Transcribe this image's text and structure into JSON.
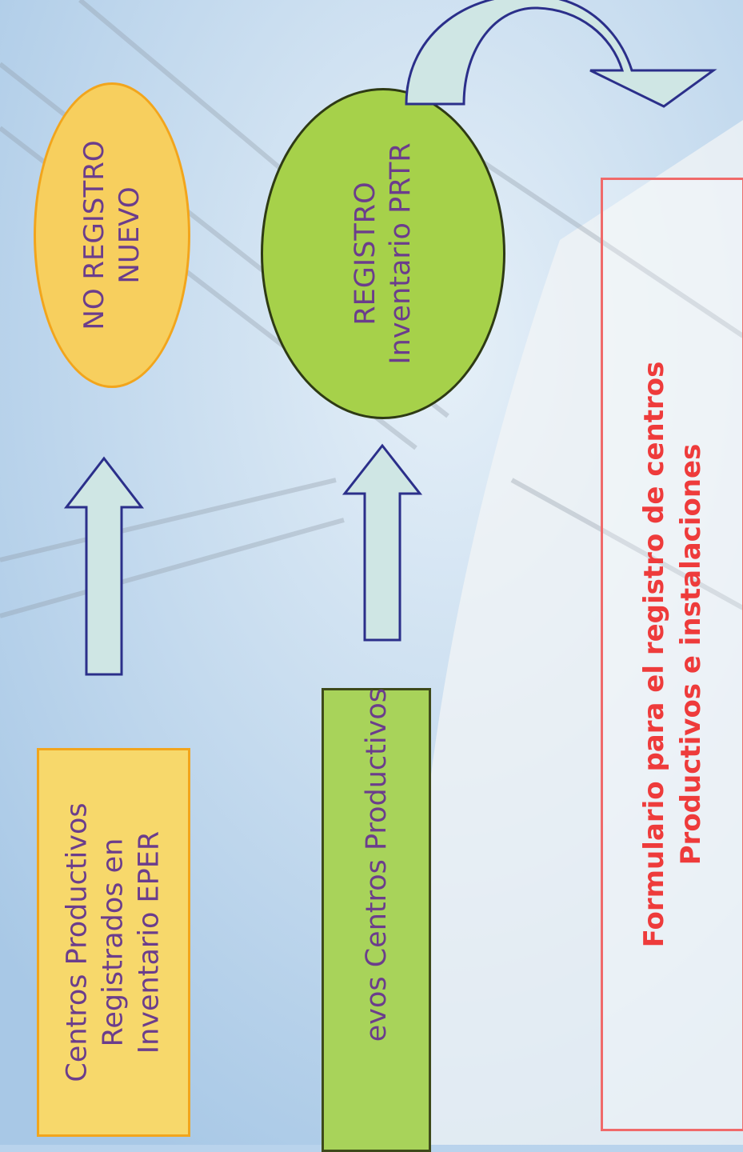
{
  "boxes": {
    "eper": {
      "line1": "Centros Productivos",
      "line2": "Registrados en",
      "line3": "Inventario EPER"
    },
    "nuevos": {
      "label": "evos Centros Productivos"
    },
    "form": {
      "line1": "Formulario para el registro de centros",
      "line2": "Productivos e instalaciones"
    }
  },
  "ellipses": {
    "no_registro": {
      "line1": "NO REGISTRO",
      "line2": "NUEVO"
    },
    "registro": {
      "line1": "REGISTRO",
      "line2": "Inventario PRTR"
    }
  },
  "colors": {
    "orange_fill": "#f7d86b",
    "orange_border": "#f2a51c",
    "green_fill": "#a8d35a",
    "text_purple": "#6b3d8c",
    "text_red": "#ee3b3b",
    "arrow_fill": "#cfe6e4",
    "arrow_stroke": "#2b2f8a"
  }
}
